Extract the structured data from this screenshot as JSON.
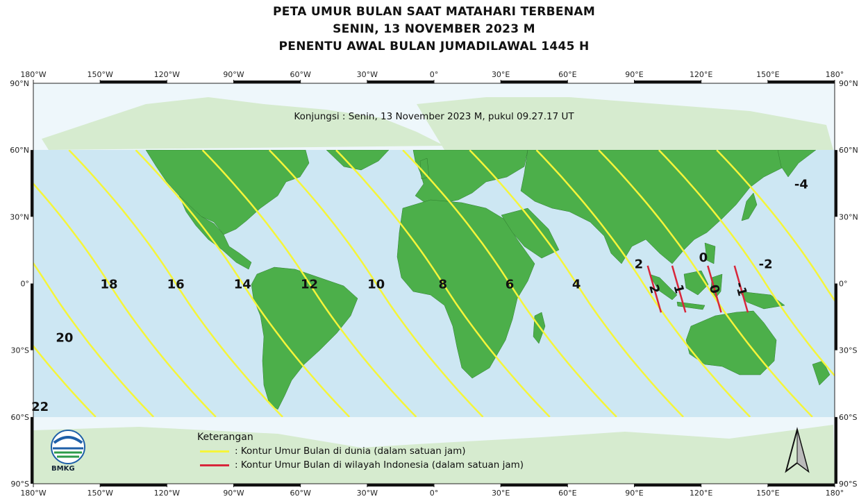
{
  "title": {
    "line1": "PETA UMUR BULAN SAAT MATAHARI TERBENAM",
    "line2": "SENIN, 13 NOVEMBER 2023 M",
    "line3": "PENENTU AWAL BULAN JUMADILAWAL 1445 H"
  },
  "conjunction": "Konjungsi : Senin, 13 November 2023 M, pukul 09.27.17 UT",
  "lon_ticks": [
    "180°W",
    "150°W",
    "120°W",
    "90°W",
    "60°W",
    "30°W",
    "0°",
    "30°E",
    "60°E",
    "90°E",
    "120°E",
    "150°E",
    "180°"
  ],
  "lat_ticks": [
    "90°N",
    "60°N",
    "30°N",
    "0°",
    "30°S",
    "60°S",
    "90°S"
  ],
  "world_contours": [
    {
      "label": "-4",
      "lon_eq": 175
    },
    {
      "label": "-2",
      "lon_eq": 149
    },
    {
      "label": "0",
      "lon_eq": 122
    },
    {
      "label": "2",
      "lon_eq": 94
    },
    {
      "label": "4",
      "lon_eq": 64
    },
    {
      "label": "6",
      "lon_eq": 34
    },
    {
      "label": "8",
      "lon_eq": 4
    },
    {
      "label": "10",
      "lon_eq": -26
    },
    {
      "label": "12",
      "lon_eq": -56
    },
    {
      "label": "14",
      "lon_eq": -86
    },
    {
      "label": "16",
      "lon_eq": -116
    },
    {
      "label": "18",
      "lon_eq": -146
    },
    {
      "label": "20",
      "lon_eq": -174
    },
    {
      "label": "22",
      "lon_eq": -200
    }
  ],
  "indonesia_contours": [
    {
      "label": "2",
      "lon_eq": 99
    },
    {
      "label": "1",
      "lon_eq": 110
    },
    {
      "label": "0",
      "lon_eq": 126
    },
    {
      "label": "-1",
      "lon_eq": 138
    }
  ],
  "legend": {
    "title": "Keterangan",
    "world": ": Kontur Umur Bulan di dunia (dalam satuan jam)",
    "indonesia": ": Kontur Umur Bulan di wilayah Indonesia (dalam satuan jam)",
    "world_color": "#f5f53a",
    "indonesia_color": "#d8263a"
  },
  "logo_text": "BMKG",
  "colors": {
    "land": "#4caf4a",
    "ocean": "#cde7f3",
    "polar_land": "#d6ebcf",
    "polar_ocean": "#eef7fb"
  }
}
